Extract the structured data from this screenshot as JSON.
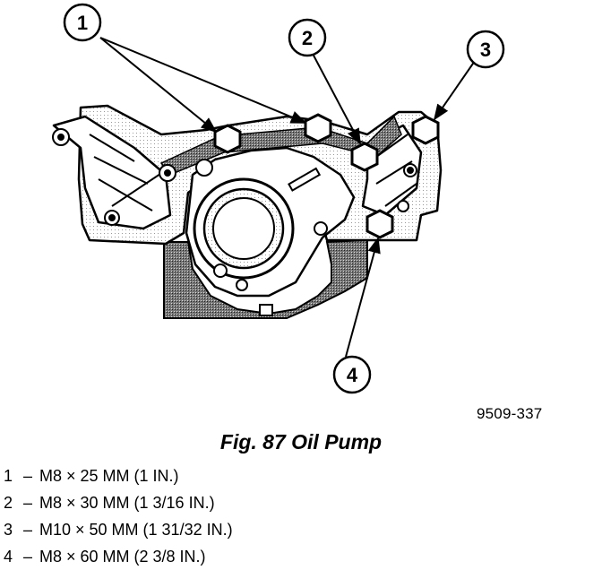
{
  "figure": {
    "callouts": [
      "1",
      "2",
      "3",
      "4"
    ],
    "figure_id": "9509-337",
    "caption": "Fig. 87 Oil Pump"
  },
  "legend": [
    {
      "num": "1",
      "sep": "–",
      "spec": "M8 × 25 MM (1 IN.)"
    },
    {
      "num": "2",
      "sep": "–",
      "spec": "M8 × 30 MM (1 3/16 IN.)"
    },
    {
      "num": "3",
      "sep": "–",
      "spec": "M10 × 50 MM (1 31/32 IN.)"
    },
    {
      "num": "4",
      "sep": "–",
      "spec": "M8 × 60 MM (2 3/8 IN.)"
    }
  ]
}
